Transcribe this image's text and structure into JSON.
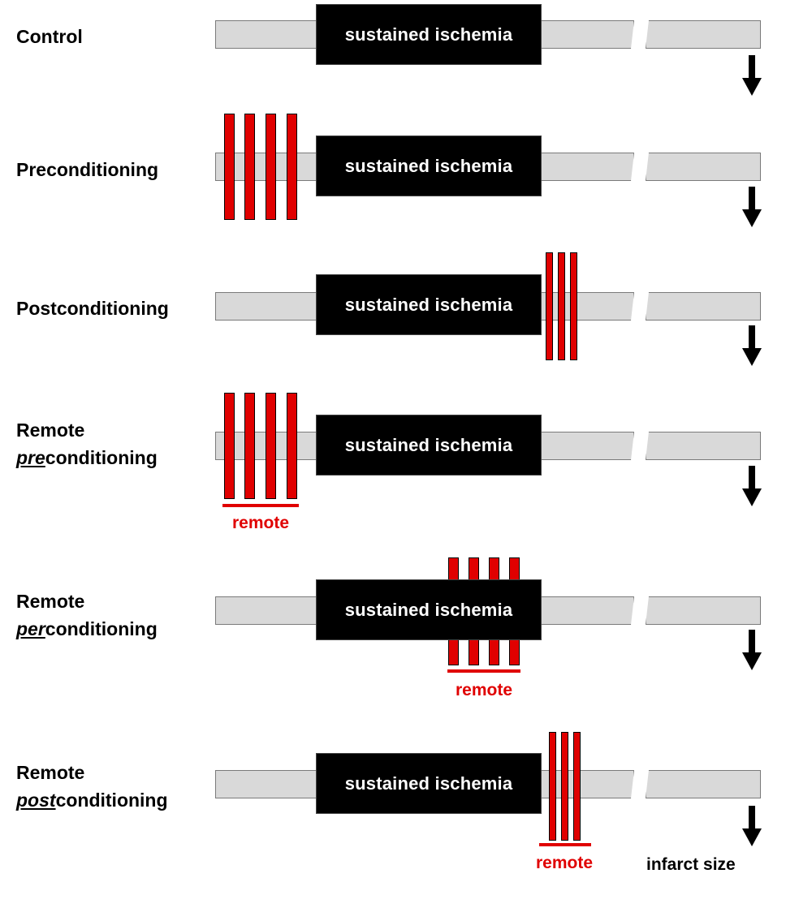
{
  "ischemia_label": "sustained ischemia",
  "remote_label": "remote",
  "outcome_label": "infarct size",
  "colors": {
    "bar_fill": "#d9d9d9",
    "ischemia_fill": "#000000",
    "pulse_fill": "#e00000"
  },
  "rows": [
    {
      "label": "Control"
    },
    {
      "label": "Preconditioning"
    },
    {
      "label": "Postconditioning"
    },
    {
      "label_line1": "Remote",
      "label_emph": "pre",
      "label_rest": "conditioning"
    },
    {
      "label_line1": "Remote",
      "label_emph": "per",
      "label_rest": "conditioning"
    },
    {
      "label_line1": "Remote",
      "label_emph": "post",
      "label_rest": "conditioning"
    }
  ]
}
